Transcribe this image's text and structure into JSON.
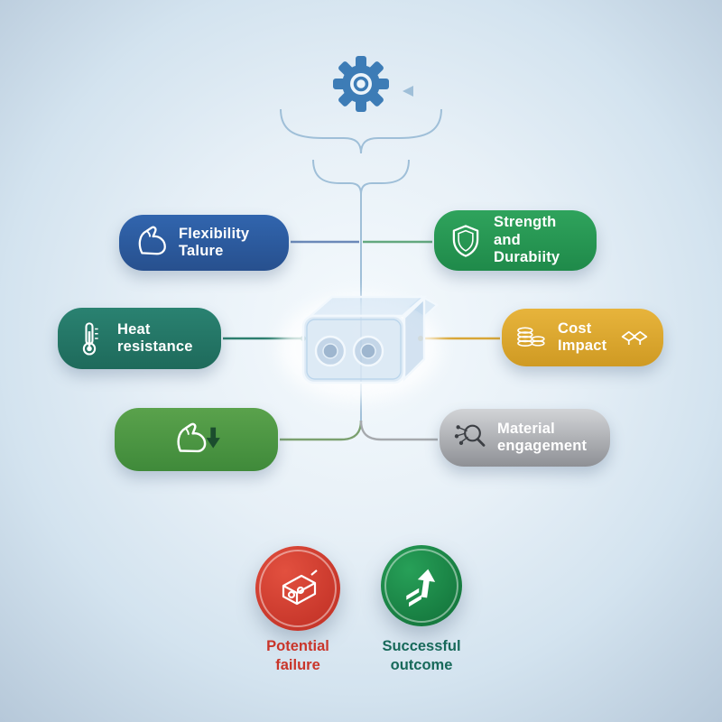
{
  "top": {
    "icon": "gear-icon",
    "color": "#3d7cb6"
  },
  "center": {
    "icon": "translucent-cable-connector"
  },
  "nodes": {
    "flexibility": {
      "line1": "Flexibility",
      "line2": "Talure",
      "color": "#2c5ea9",
      "icon": "bicep-icon"
    },
    "strength": {
      "line1": "Strength and",
      "line2": "Durabiity",
      "color": "#2a9a54",
      "icon": "shield-icon"
    },
    "heat": {
      "line1": "Heat",
      "line2": "resistance",
      "color": "#24776a",
      "icon": "thermometer-icon"
    },
    "cost": {
      "line1": "Cost",
      "line2": "Impact",
      "color": "#dcaa2e",
      "icons": [
        "coins-icon",
        "handshake-icon"
      ]
    },
    "strength_loss": {
      "color": "#4f9546",
      "icon": "bicep-down-arrow-icon"
    },
    "material": {
      "line1": "Material",
      "line2": "engagement",
      "color": "#a3a5a9",
      "icon": "molecule-magnifier-icon"
    }
  },
  "legend": {
    "failure": {
      "line1": "Potential",
      "line2": "failure",
      "color": "#c9352a",
      "icon": "connector-failure-icon"
    },
    "success": {
      "line1": "Successful",
      "line2": "outcome",
      "color": "#17695a",
      "icon": "rising-arrow-icon"
    }
  }
}
